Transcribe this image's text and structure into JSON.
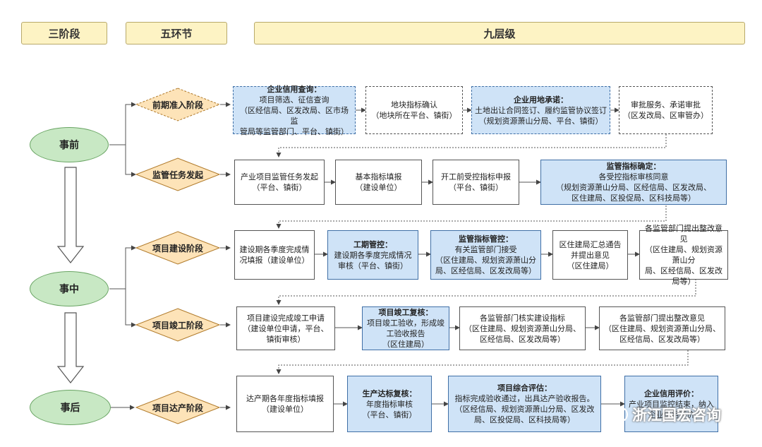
{
  "headers": {
    "stages": "三阶段",
    "links": "五环节",
    "levels": "九层级"
  },
  "stages": [
    "事前",
    "事中",
    "事后"
  ],
  "links": [
    "前期准入阶段",
    "监管任务发起",
    "项目建设阶段",
    "项目竣工阶段",
    "项目达产阶段"
  ],
  "rows": [
    [
      {
        "title": "企业信用查询：",
        "body": [
          "项目筛选、征信查询",
          "（区经信局、区发改局、区市场监",
          "管局等监管部门、平台、镇街）"
        ]
      },
      {
        "title": "",
        "body": [
          "地块指标确认",
          "（地块所在平台、镇街）"
        ]
      },
      {
        "title": "企业用地承诺：",
        "body": [
          "土地出让合同签订、履约监管协议签订",
          "（规划资源萧山分局、平台、镇街）"
        ]
      },
      {
        "title": "",
        "body": [
          "审批服务、承诺审批",
          "（区发改局、区审管办）"
        ]
      }
    ],
    [
      {
        "title": "",
        "body": [
          "产业项目监管任务发起",
          "（平台、镇街）"
        ]
      },
      {
        "title": "",
        "body": [
          "基本指标填报",
          "（建设单位）"
        ]
      },
      {
        "title": "",
        "body": [
          "开工前受控指标申报",
          "（平台、镇街）"
        ]
      },
      {
        "title": "监管指标确定：",
        "body": [
          "各受控指标审核同意",
          "（规划资源萧山分局、区经信局、区发改局、",
          "区住建局、区投促局、区科技局等）"
        ]
      }
    ],
    [
      {
        "title": "",
        "body": [
          "建设期各季度完成情",
          "况填报（建设单位）"
        ]
      },
      {
        "title": "工期管控：",
        "body": [
          "建设期各季度完成情况",
          "审核（平台、镇街）"
        ]
      },
      {
        "title": "监管指标管控：",
        "body": [
          "有关监管部门接受",
          "（区住建局、规划资源萧山分",
          "局、区经信局、区发改局等）"
        ]
      },
      {
        "title": "",
        "body": [
          "区住建局汇总通告",
          "并提出意见",
          "（区住建局）"
        ]
      },
      {
        "title": "",
        "body": [
          "各监管部门提出整改意见",
          "（区住建局、规划资源萧山分",
          "局、区经信局、区发改局等）"
        ]
      }
    ],
    [
      {
        "title": "",
        "body": [
          "项目建设完成竣工申请",
          "（建设单位申请，平台、",
          "镇街审核）"
        ]
      },
      {
        "title": "项目竣工复核：",
        "body": [
          "项目竣工验收，形成竣",
          "工验收报告",
          "（区住建局）"
        ]
      },
      {
        "title": "",
        "body": [
          "各监管部门核实建设指标",
          "（区住建局、规划资源萧山分局、",
          "区经信局、区发改局等）"
        ]
      },
      {
        "title": "",
        "body": [
          "各监管部门提出整改意见",
          "（区住建局、规划资源萧山分局、",
          "区经信局、区发改局等）"
        ]
      }
    ],
    [
      {
        "title": "",
        "body": [
          "达产期各年度指标填报",
          "（建设单位）"
        ]
      },
      {
        "title": "生产达标复核：",
        "body": [
          "年度指标审核",
          "（平台、镇街）"
        ]
      },
      {
        "title": "项目综合评估：",
        "body": [
          "指标完成验收通过，出具达产验收报告。",
          "（区经信局、规划资源萧山分局、区发改",
          "局、区投促局、区科技局等）"
        ]
      },
      {
        "title": "企业信用评价：",
        "body": [
          "产业项目监控结束，纳入",
          "企业信用评价"
        ]
      }
    ]
  ],
  "watermark": "浙江国宏咨询",
  "colors": {
    "header_fill": "#fdf3c4",
    "stage_fill": "#c8e8c4",
    "link_fill": "#fde3b8",
    "highlight_fill": "#cfe3f7"
  }
}
